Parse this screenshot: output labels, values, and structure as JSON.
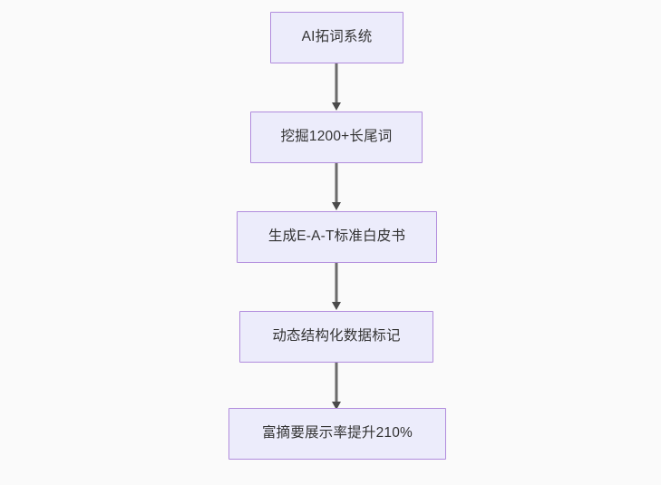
{
  "diagram": {
    "type": "flowchart",
    "orientation": "top-to-bottom",
    "background_color": "#fafafa",
    "node_fill_color": "#ececfb",
    "node_border_color": "#b18cdd",
    "node_text_color": "#333333",
    "connector_color": "#6b6b6b",
    "nodes": [
      {
        "id": "n1",
        "label": "AI拓词系统"
      },
      {
        "id": "n2",
        "label": "挖掘1200+长尾词"
      },
      {
        "id": "n3",
        "label": "生成E-A-T标准白皮书"
      },
      {
        "id": "n4",
        "label": "动态结构化数据标记"
      },
      {
        "id": "n5",
        "label": "富摘要展示率提升210%"
      }
    ],
    "edges": [
      {
        "from": "n1",
        "to": "n2"
      },
      {
        "from": "n2",
        "to": "n3"
      },
      {
        "from": "n3",
        "to": "n4"
      },
      {
        "from": "n4",
        "to": "n5"
      }
    ]
  }
}
